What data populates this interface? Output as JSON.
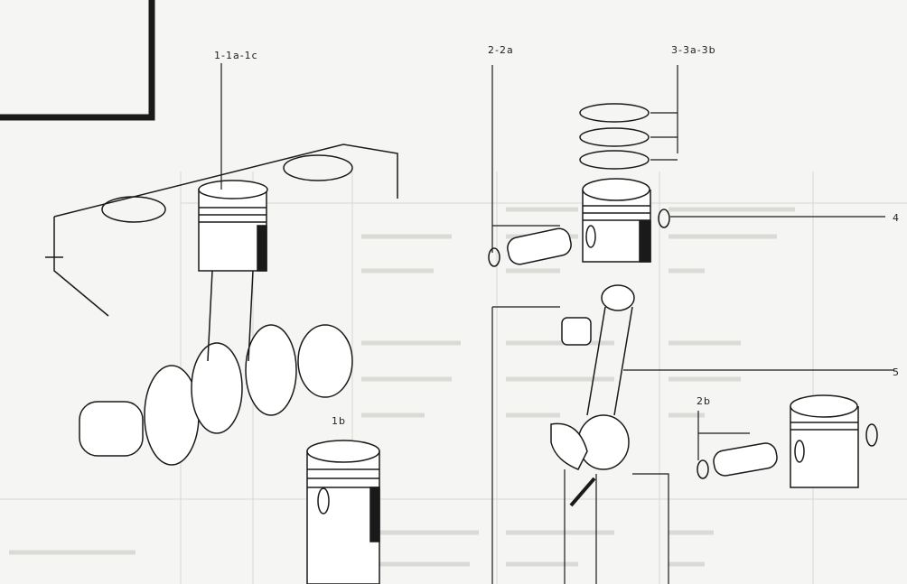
{
  "labels": {
    "piston_assembly": "1-1a-1c",
    "pin_set": "2-2a",
    "rings": "3-3a-3b",
    "circlip": "4",
    "conrod": "5",
    "pin_set_b": "2b",
    "piston_b": "1b"
  },
  "colors": {
    "ink": "#1a1a1a",
    "paper": "#f5f5f3",
    "faint": "#c8c8c4"
  }
}
